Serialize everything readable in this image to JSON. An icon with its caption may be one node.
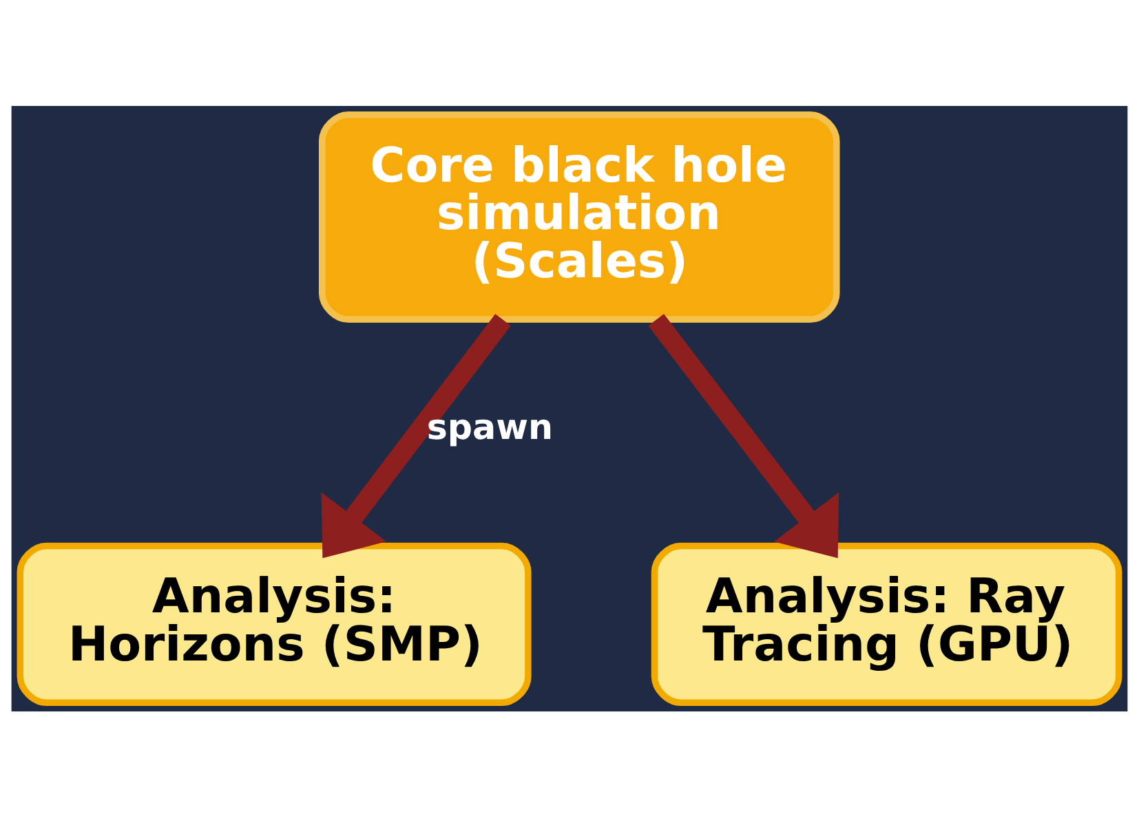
{
  "diagram": {
    "nodes": [
      {
        "text": [
          "Core black hole simulation (Scales)"
        ]
      },
      {
        "text": [
          "Analysis: Horizons (SMP)"
        ]
      },
      {
        "text": [
          "Analysis: Ray Tracing (GPU)"
        ]
      }
    ],
    "edges": [
      {
        "from": 0,
        "to": 1,
        "arrow": "to",
        "label": "spawn"
      },
      {
        "from": 0,
        "to": 2,
        "arrow": "to"
      }
    ]
  }
}
